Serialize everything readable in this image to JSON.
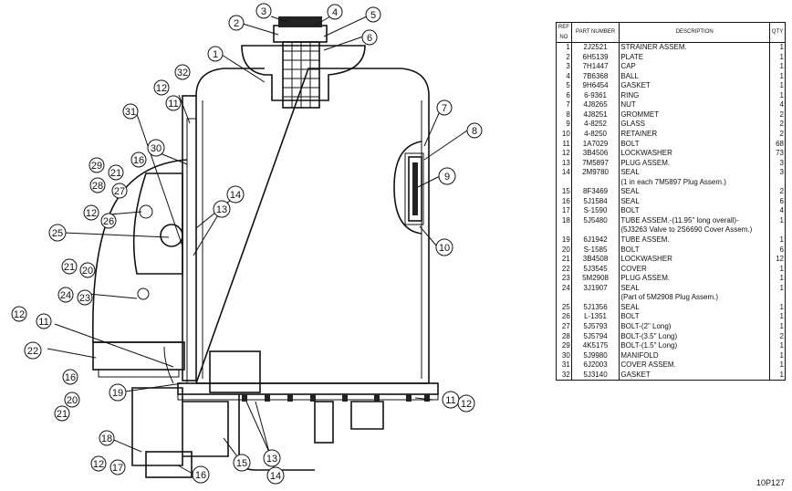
{
  "table": {
    "headers": {
      "ref": "REF NO",
      "part": "PART NUMBER",
      "desc": "DESCRIPTION",
      "qty": "QTY"
    },
    "rows": [
      {
        "ref": "1",
        "part": "2J2521",
        "desc": "STRAINER ASSEM.",
        "qty": "1"
      },
      {
        "ref": "2",
        "part": "6H5139",
        "desc": "PLATE",
        "qty": "1"
      },
      {
        "ref": "3",
        "part": "7H1447",
        "desc": "CAP",
        "qty": "1"
      },
      {
        "ref": "4",
        "part": "7B6368",
        "desc": "BALL",
        "qty": "1"
      },
      {
        "ref": "5",
        "part": "9H6454",
        "desc": "GASKET",
        "qty": "1"
      },
      {
        "ref": "6",
        "part": "6-9361",
        "desc": "RING",
        "qty": "1"
      },
      {
        "ref": "7",
        "part": "4J8265",
        "desc": "NUT",
        "qty": "4"
      },
      {
        "ref": "8",
        "part": "4J8251",
        "desc": "GROMMET",
        "qty": "2"
      },
      {
        "ref": "9",
        "part": "4-8252",
        "desc": "GLASS",
        "qty": "2"
      },
      {
        "ref": "10",
        "part": "4-8250",
        "desc": "RETAINER",
        "qty": "2"
      },
      {
        "ref": "11",
        "part": "1A7029",
        "desc": "BOLT",
        "qty": "68"
      },
      {
        "ref": "12",
        "part": "3B4506",
        "desc": "LOCKWASHER",
        "qty": "73"
      },
      {
        "ref": "13",
        "part": "7M5897",
        "desc": "PLUG ASSEM.",
        "qty": "3"
      },
      {
        "ref": "14",
        "part": "2M9780",
        "desc": "SEAL",
        "qty": "3"
      },
      {
        "ref": "",
        "part": "",
        "desc": "(1 in each 7M5897 Plug Assem.)",
        "qty": ""
      },
      {
        "ref": "15",
        "part": "8F3469",
        "desc": "SEAL",
        "qty": "2"
      },
      {
        "ref": "16",
        "part": "5J1584",
        "desc": "SEAL",
        "qty": "6"
      },
      {
        "ref": "17",
        "part": "S-1590",
        "desc": "BOLT",
        "qty": "4"
      },
      {
        "ref": "18",
        "part": "5J5480",
        "desc": "TUBE ASSEM.-(11.95\" long overall)-",
        "qty": "1"
      },
      {
        "ref": "",
        "part": "",
        "desc": "(5J3263 Valve to 2S6690 Cover Assem.)",
        "qty": ""
      },
      {
        "ref": "19",
        "part": "6J1942",
        "desc": "TUBE ASSEM.",
        "qty": "1"
      },
      {
        "ref": "20",
        "part": "S-1585",
        "desc": "BOLT",
        "qty": "6"
      },
      {
        "ref": "21",
        "part": "3B4508",
        "desc": "LOCKWASHER",
        "qty": "12"
      },
      {
        "ref": "22",
        "part": "5J3545",
        "desc": "COVER",
        "qty": "1"
      },
      {
        "ref": "23",
        "part": "5M2908",
        "desc": "PLUG ASSEM.",
        "qty": "1"
      },
      {
        "ref": "24",
        "part": "3J1907",
        "desc": "SEAL",
        "qty": "1"
      },
      {
        "ref": "",
        "part": "",
        "desc": "(Part of 5M2908 Plug Assem.)",
        "qty": ""
      },
      {
        "ref": "25",
        "part": "5J1356",
        "desc": "SEAL",
        "qty": "1"
      },
      {
        "ref": "26",
        "part": "L-1351",
        "desc": "BOLT",
        "qty": "1"
      },
      {
        "ref": "27",
        "part": "5J5793",
        "desc": "BOLT-(2\" Long)",
        "qty": "1"
      },
      {
        "ref": "28",
        "part": "5J5794",
        "desc": "BOLT-(3.5\" Long)",
        "qty": "2"
      },
      {
        "ref": "29",
        "part": "4K5175",
        "desc": "BOLT-(1.5\" Long)",
        "qty": "1"
      },
      {
        "ref": "30",
        "part": "5J9980",
        "desc": "MANIFOLD",
        "qty": "1"
      },
      {
        "ref": "31",
        "part": "6J2003",
        "desc": "COVER ASSEM.",
        "qty": "1"
      },
      {
        "ref": "32",
        "part": "5J3140",
        "desc": "GASKET",
        "qty": "1"
      }
    ]
  },
  "callouts": [
    "1",
    "2",
    "3",
    "4",
    "5",
    "6",
    "7",
    "8",
    "9",
    "10",
    "11",
    "12",
    "13",
    "14",
    "15",
    "16",
    "17",
    "18",
    "19",
    "20",
    "21",
    "22",
    "23",
    "24",
    "25",
    "26",
    "27",
    "28",
    "29",
    "30",
    "31",
    "32"
  ],
  "figure_id": "10P127"
}
